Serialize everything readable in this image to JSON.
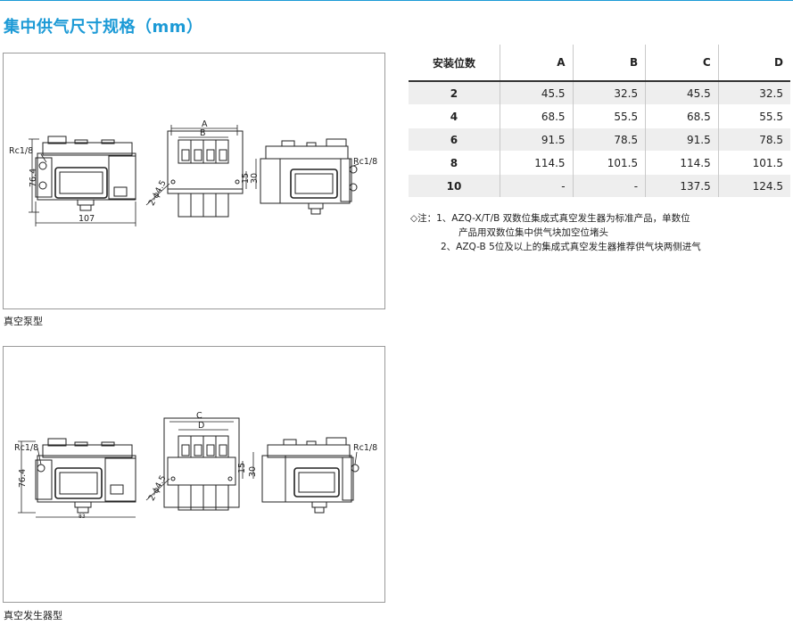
{
  "page": {
    "heading": "集中供气尺寸规格（mm）"
  },
  "drawings": [
    {
      "caption": "真空泵型",
      "labels": {
        "port_left": "Rc1/8",
        "port_right": "Rc1/8",
        "height": "76.4",
        "width": "107",
        "dim_a": "A",
        "dim_b": "B",
        "hole": "2-ϕ4.5",
        "dim_15": "15",
        "dim_30": "30"
      }
    },
    {
      "caption": "真空发生器型",
      "labels": {
        "port_left": "Rc1/8",
        "port_right": "Rc1/8",
        "height": "76.4",
        "width": "83",
        "dim_c": "C",
        "dim_d": "D",
        "hole": "2-ϕ4.5",
        "dim_15": "15",
        "dim_30": "30"
      }
    }
  ],
  "table": {
    "headers": [
      "安装位数",
      "A",
      "B",
      "C",
      "D"
    ],
    "rows": [
      [
        "2",
        "45.5",
        "32.5",
        "45.5",
        "32.5"
      ],
      [
        "4",
        "68.5",
        "55.5",
        "68.5",
        "55.5"
      ],
      [
        "6",
        "91.5",
        "78.5",
        "91.5",
        "78.5"
      ],
      [
        "8",
        "114.5",
        "101.5",
        "114.5",
        "101.5"
      ],
      [
        "10",
        "-",
        "-",
        "137.5",
        "124.5"
      ]
    ]
  },
  "notes": {
    "line1": "◇注：1、AZQ-X/T/B 双数位集成式真空发生器为标准产品，单数位",
    "line2": "产品用双数位集中供气块加空位堵头",
    "line3": "2、AZQ-B 5位及以上的集成式真空发生器推荐供气块两侧进气"
  },
  "colors": {
    "accent": "#1c9ad6",
    "row_shade": "#eeeeee",
    "line": "#222222"
  }
}
